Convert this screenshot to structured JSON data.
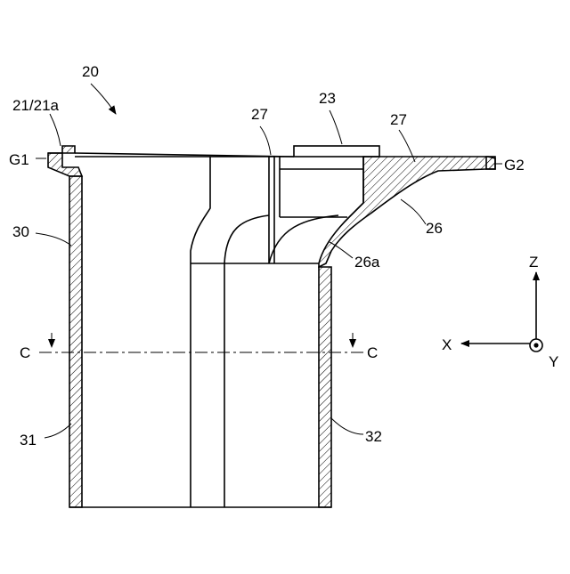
{
  "labels": {
    "assembly": "20",
    "flange_part": "21/21a",
    "gap_left": "G1",
    "gap_right": "G2",
    "part_23": "23",
    "part_27_left": "27",
    "part_27_right": "27",
    "part_26": "26",
    "part_26a": "26a",
    "part_30": "30",
    "part_31": "31",
    "part_32": "32",
    "section_left": "C",
    "section_right": "C"
  },
  "axes": {
    "z": "Z",
    "x": "X",
    "y": "Y"
  }
}
